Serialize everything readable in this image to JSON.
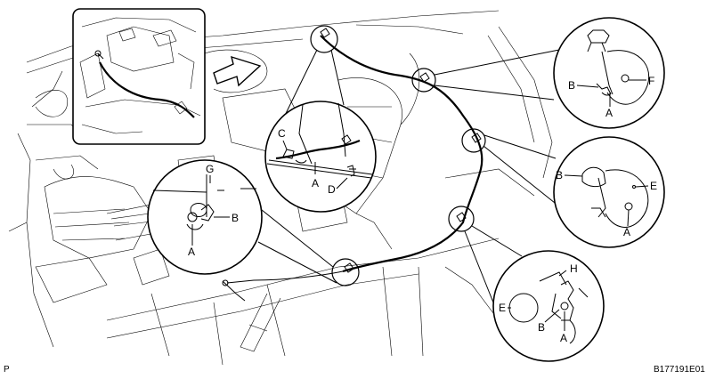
{
  "labels": {
    "g": "G",
    "b_left": "B",
    "a_left": "A",
    "c_mid": "C",
    "a_mid": "A",
    "d_mid": "D",
    "b_r1": "B",
    "f_r1": "F",
    "a_r1": "A",
    "b_r2": "B",
    "e_r2": "E",
    "a_r2": "A",
    "h_r3": "H",
    "e_r3": "E",
    "b_r3": "B",
    "a_r3": "A"
  },
  "corner_left": "P",
  "corner_right": "B177191E01"
}
